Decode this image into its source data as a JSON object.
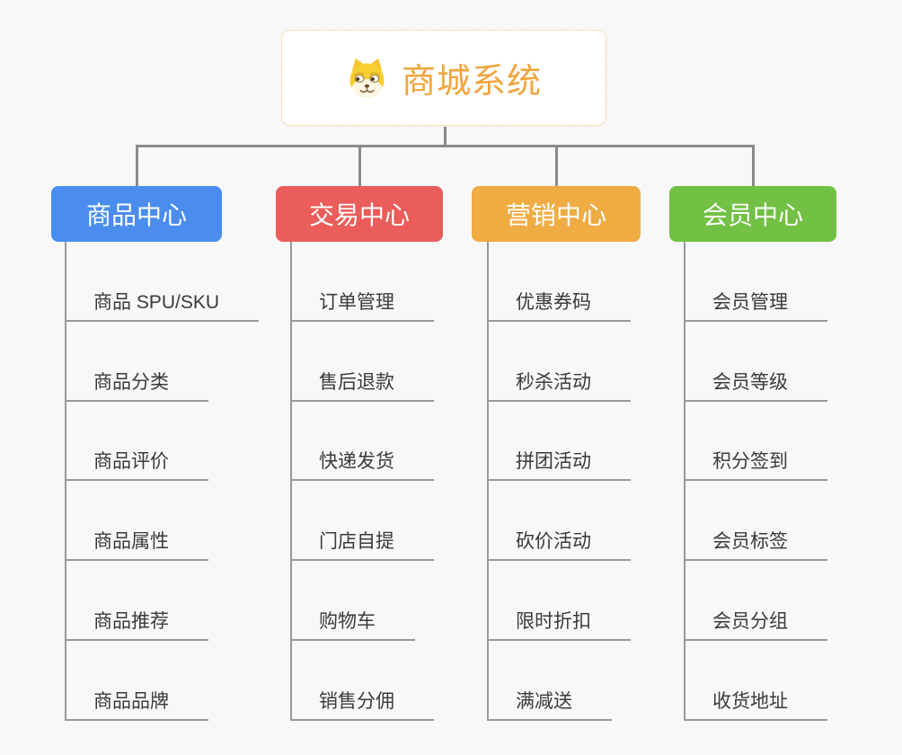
{
  "root": {
    "label": "商城系统",
    "icon": "dog-face-icon"
  },
  "branches": [
    {
      "label": "商品中心",
      "color": "#4A8DEE",
      "children": [
        "商品 SPU/SKU",
        "商品分类",
        "商品评价",
        "商品属性",
        "商品推荐",
        "商品品牌"
      ]
    },
    {
      "label": "交易中心",
      "color": "#EA5D5B",
      "children": [
        "订单管理",
        "售后退款",
        "快递发货",
        "门店自提",
        "购物车",
        "销售分佣"
      ]
    },
    {
      "label": "营销中心",
      "color": "#EEAC42",
      "children": [
        "优惠券码",
        "秒杀活动",
        "拼团活动",
        "砍价活动",
        "限时折扣",
        "满减送"
      ]
    },
    {
      "label": "会员中心",
      "color": "#72C044",
      "children": [
        "会员管理",
        "会员等级",
        "积分签到",
        "会员标签",
        "会员分组",
        "收货地址"
      ]
    }
  ],
  "colors": {
    "background": "#F8F8F8",
    "root_text": "#F0A53C",
    "root_border": "#F3C573",
    "connector": "#8A8A8A",
    "underline": "#999999",
    "child_text": "#3A3A3A"
  }
}
